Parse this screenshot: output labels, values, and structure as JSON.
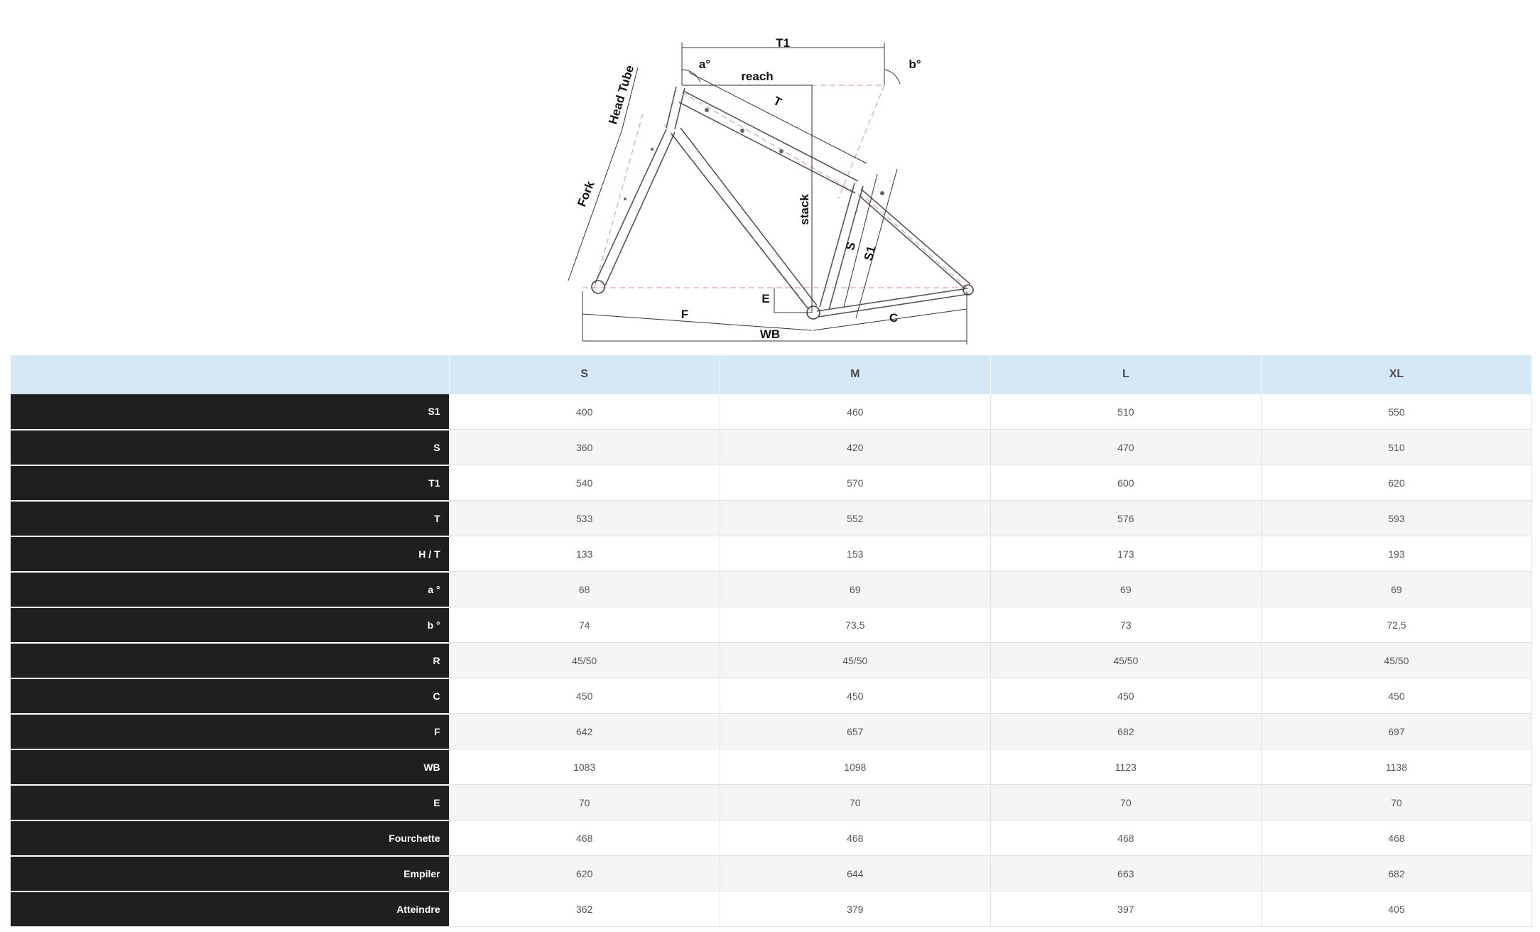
{
  "diagram": {
    "labels": {
      "t1": "T1",
      "a_angle": "a°",
      "b_angle": "b°",
      "reach": "reach",
      "t": "T",
      "head_tube": "Head Tube",
      "fork": "Fork",
      "stack": "stack",
      "s": "S",
      "s1": "S1",
      "e": "E",
      "f": "F",
      "c": "C",
      "wb": "WB"
    }
  },
  "table": {
    "corner": "",
    "columns": [
      "S",
      "M",
      "L",
      "XL"
    ],
    "rows": [
      {
        "label": "S1",
        "values": [
          "400",
          "460",
          "510",
          "550"
        ]
      },
      {
        "label": "S",
        "values": [
          "360",
          "420",
          "470",
          "510"
        ]
      },
      {
        "label": "T1",
        "values": [
          "540",
          "570",
          "600",
          "620"
        ]
      },
      {
        "label": "T",
        "values": [
          "533",
          "552",
          "576",
          "593"
        ]
      },
      {
        "label": "H / T",
        "values": [
          "133",
          "153",
          "173",
          "193"
        ]
      },
      {
        "label": "a °",
        "values": [
          "68",
          "69",
          "69",
          "69"
        ]
      },
      {
        "label": "b °",
        "values": [
          "74",
          "73,5",
          "73",
          "72,5"
        ]
      },
      {
        "label": "R",
        "values": [
          "45/50",
          "45/50",
          "45/50",
          "45/50"
        ]
      },
      {
        "label": "C",
        "values": [
          "450",
          "450",
          "450",
          "450"
        ]
      },
      {
        "label": "F",
        "values": [
          "642",
          "657",
          "682",
          "697"
        ]
      },
      {
        "label": "WB",
        "values": [
          "1083",
          "1098",
          "1123",
          "1138"
        ]
      },
      {
        "label": "E",
        "values": [
          "70",
          "70",
          "70",
          "70"
        ]
      },
      {
        "label": "Fourchette",
        "values": [
          "468",
          "468",
          "468",
          "468"
        ]
      },
      {
        "label": "Empiler",
        "values": [
          "620",
          "644",
          "663",
          "682"
        ]
      },
      {
        "label": "Atteindre",
        "values": [
          "362",
          "379",
          "397",
          "405"
        ]
      }
    ]
  }
}
